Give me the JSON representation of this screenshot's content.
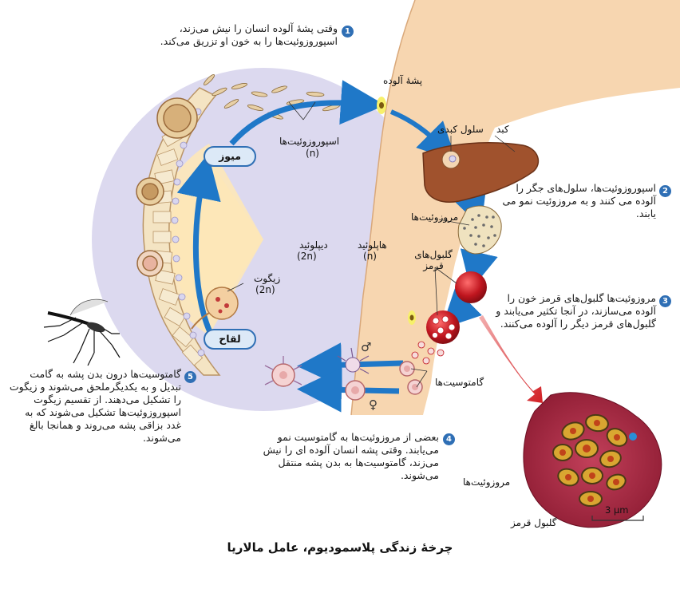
{
  "step1": {
    "num": "1",
    "text": "وقتی پشهٔ آلوده انسان را نیش می‌زند، اسپوروزوئیت‌ها را به خون او تزریق می‌کند."
  },
  "step2": {
    "num": "2",
    "text": "اسپوروزوئیت‌ها، سلول‌های جگر را آلوده می کنند و به مروزوئیت نمو می یابند."
  },
  "step3": {
    "num": "3",
    "text": "مروزوئیت‌ها گلبول‌های قرمز خون را آلوده می‌سازند، در آنجا تکثیر می‌یابند و گلبول‌های قرمز دیگر را آلوده می‌کنند."
  },
  "step4": {
    "num": "4",
    "text": "بعضی از مروزوئیت‌ها به گامتوسیت نمو می‌یابند. وقتی پشه انسان آلوده ای را نیش می‌زند، گامتوسیت‌ها به بدن پشه منتقل می‌شوند."
  },
  "step5": {
    "num": "5",
    "text": "گامتوسیت‌ها درون بدن پشه به گامت تبدیل و به یکدیگرملحق می‌شوند و زیگوت را تشکیل می‌دهند. از تقسیم زیگوت اسپوروزوئیت‌ها تشکیل می‌شوند که به غدد بزاقی پشه می‌روند و همانجا بالغ می‌شوند."
  },
  "labels": {
    "infected_mosquito": "پشهٔ آلوده",
    "liver_cell": "سلول کبدی",
    "liver": "کبد",
    "sporozoites": "اسپوروزوئیت‌ها",
    "sporozoites_n": "(n)",
    "merozoites": "مروزوئیت‌ها",
    "red_cells": "گلبول‌های قرمز",
    "gametocytes": "گامتوسیت‌ها",
    "haploid": "هاپلوئید",
    "haploid_n": "(n)",
    "diploid": "دیپلوئید",
    "diploid_n": "(2n)",
    "zygote": "زیگوت",
    "zygote_n": "(2n)",
    "meiosis": "میوز",
    "fertilization": "لقاح",
    "male_symbol": "♂",
    "female_symbol": "♀",
    "merozoites_inset": "مروزوئیت‌ها",
    "red_cell_inset": "گلبول قرمز",
    "scale": "3 µm"
  },
  "title": "چرخهٔ زندگی پلاسمودیوم، عامل مالاریا",
  "colors": {
    "arrow_blue": "#1f78c8",
    "lavender": "#d9d6ef",
    "skin": "#f7d6b0",
    "diploid_yellow": "#fde7b8",
    "liver": "#a0522d",
    "blood_red": "#c0161f",
    "badge_blue": "#2f6fb5"
  }
}
